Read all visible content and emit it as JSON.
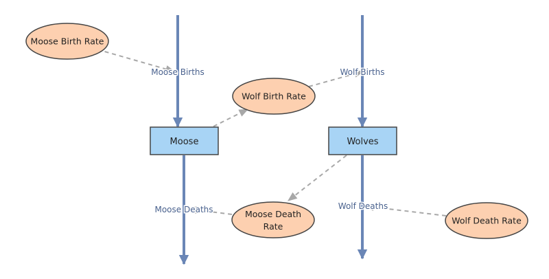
{
  "colors": {
    "flow": "#6a86b6",
    "flow_label": "#4a628e",
    "stock_fill": "#a8d4f5",
    "stock_stroke": "#444444",
    "variable_fill": "#fdd0b0",
    "variable_stroke": "#444444",
    "link": "#a8a8a8",
    "background": "#ffffff"
  },
  "stocks": {
    "moose": "Moose",
    "wolves": "Wolves"
  },
  "flows": {
    "moose_births": "Moose Births",
    "wolf_births": "Wolf Births",
    "moose_deaths": "Moose Deaths",
    "wolf_deaths": "Wolf Deaths"
  },
  "variables": {
    "moose_birth_rate": "Moose Birth Rate",
    "wolf_birth_rate": "Wolf Birth Rate",
    "moose_death_rate_line1": "Moose Death",
    "moose_death_rate_line2": "Rate",
    "wolf_death_rate": "Wolf Death Rate"
  }
}
